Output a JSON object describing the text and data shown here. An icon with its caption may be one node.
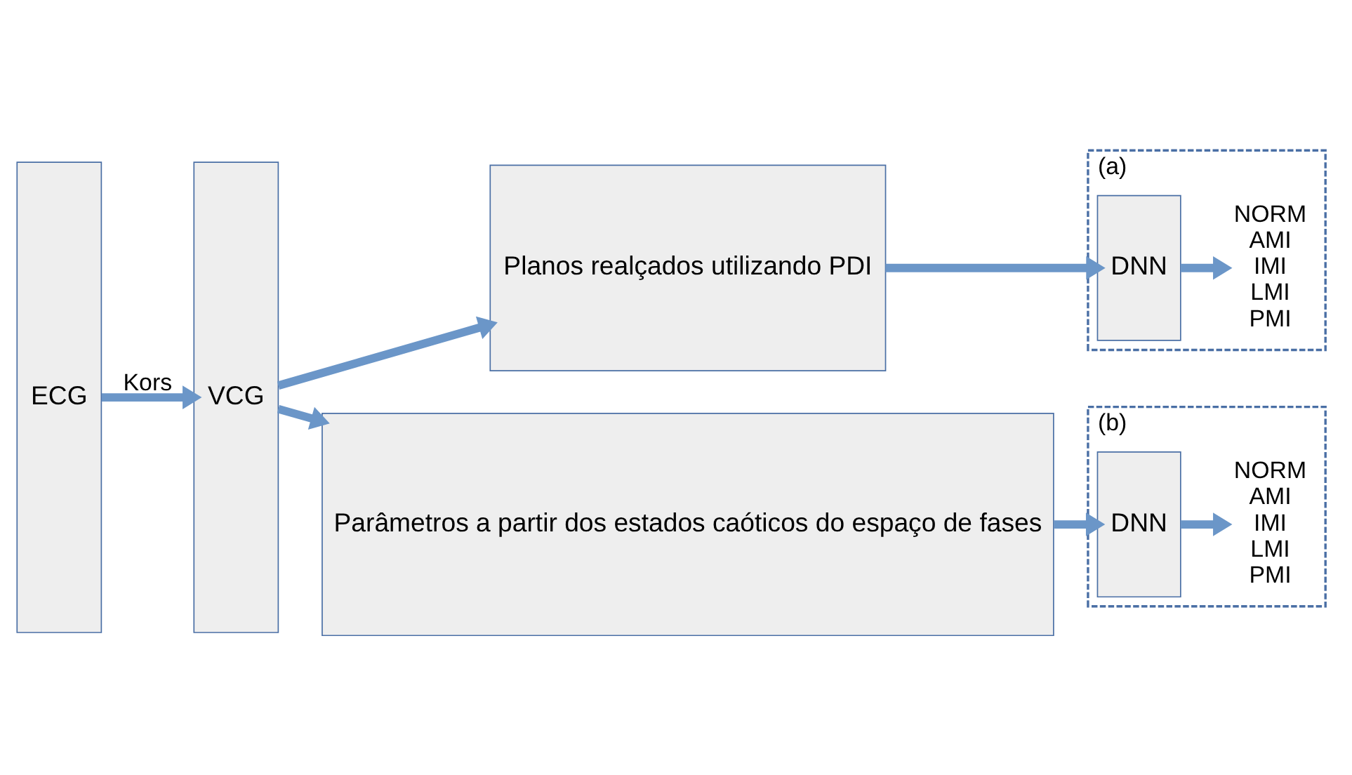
{
  "diagram": {
    "nodes": [
      {
        "text": [
          "ECG"
        ]
      },
      {
        "text": [
          "VCG"
        ]
      },
      {
        "text": [
          "Planos realçados utilizando PDI"
        ]
      },
      {
        "text": [
          "Parâmetros a partir dos estados caóticos do espaço de fases"
        ]
      },
      {
        "text": [
          "(a)"
        ]
      },
      {
        "text": [
          "DNN"
        ],
        "in": 4
      },
      {
        "text": [
          "NORM",
          "AMI",
          "IMI",
          "LMI",
          "PMI"
        ],
        "in": 4
      },
      {
        "text": [
          "(b)"
        ]
      },
      {
        "text": [
          "DNN"
        ],
        "in": 7
      },
      {
        "text": [
          "NORM",
          "AMI",
          "IMI",
          "LMI",
          "PMI"
        ],
        "in": 7
      }
    ],
    "edges": [
      {
        "from": 0,
        "to": 1,
        "arrow": "to",
        "label": "Kors"
      },
      {
        "from": 1,
        "to": 2,
        "arrow": "to"
      },
      {
        "from": 1,
        "to": 3,
        "arrow": "to"
      },
      {
        "from": 2,
        "to": 5,
        "arrow": "to"
      },
      {
        "from": 5,
        "to": 6,
        "arrow": "to"
      },
      {
        "from": 3,
        "to": 8,
        "arrow": "to"
      },
      {
        "from": 8,
        "to": 9,
        "arrow": "to"
      }
    ]
  }
}
